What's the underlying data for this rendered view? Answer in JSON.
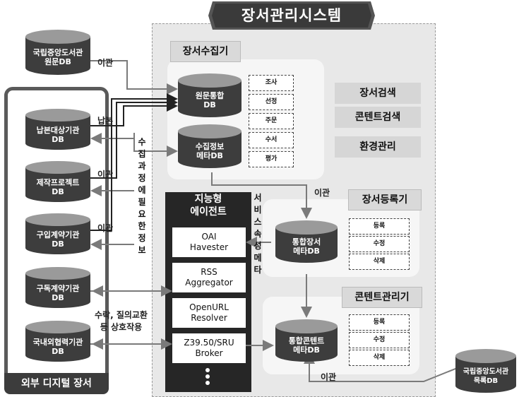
{
  "title": "장서관리시스템",
  "colors": {
    "db_dark": "#3d3d3d",
    "db_light": "#9a9a9a",
    "agent_bg": "#262626",
    "arrow": "#7a7a7a"
  },
  "collection": {
    "title": "장서수집기",
    "source_db": "원문통합\nDB",
    "meta_db": "수집정보\n메타DB",
    "functions": [
      "조사",
      "선정",
      "주문",
      "수서",
      "평가"
    ]
  },
  "side_menu": [
    "장서검색",
    "콘텐트검색",
    "환경관리"
  ],
  "agent": {
    "title": "지능형\n에이전트",
    "modules": [
      "OAI\nHavester",
      "RSS\nAggregator",
      "OpenURL\nResolver",
      "Z39.50/SRU\nBroker"
    ]
  },
  "registration": {
    "title": "장서등록기",
    "db": "통합장서\n메타DB",
    "functions": [
      "등록",
      "수정",
      "삭제"
    ]
  },
  "content_mgmt": {
    "title": "콘텐트관리기",
    "db": "통합콘텐트\n메타DB",
    "functions": [
      "등록",
      "수정",
      "삭제"
    ]
  },
  "external": {
    "label": "외부 디지털 장서",
    "dbs": [
      "납본대상기관\nDB",
      "제작프로젝트\nDB",
      "구입계약기관\nDB",
      "구독계약기관\nDB",
      "국내외협력기관\nDB"
    ]
  },
  "national_source_db": "국립중앙도서관\n원문DB",
  "national_catalog_db": "국립중앙도서관\n목록DB",
  "notes": {
    "transfer_top": "이관",
    "deposit": "납본",
    "transfer_project": "이관",
    "transfer_purchase": "이관",
    "transfer_reg": "이관",
    "transfer_catalog": "이관",
    "vertical_info": "수집과정에필요한정보",
    "vertical_service": "서비스속성메타",
    "exchange": "수락, 질의교환\n등 상호작용"
  }
}
